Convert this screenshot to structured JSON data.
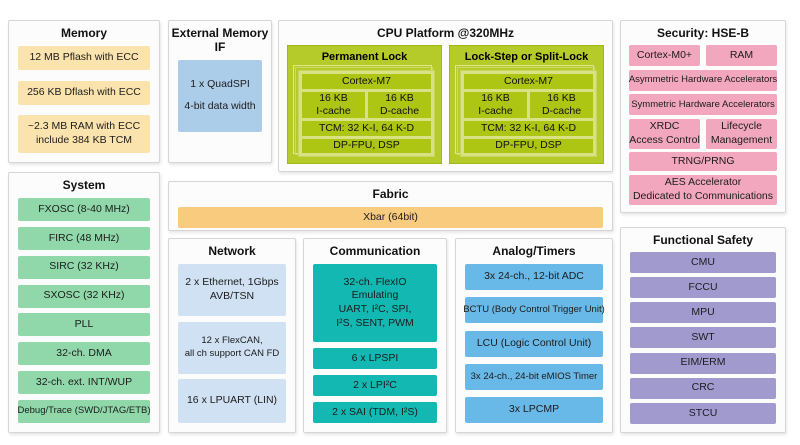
{
  "colors": {
    "cream": "#fbe3ae",
    "mint": "#90d8a9",
    "ext_blue": "#accdea",
    "light_blue": "#cfe1f2",
    "teal": "#14b8b2",
    "sky_blue": "#68b8e8",
    "pink": "#f2a7be",
    "purple": "#a09ace",
    "orange": "#f8cb7e",
    "cpu_green": "#b5cb29",
    "cpu_green_light": "#d8e183"
  },
  "memory": {
    "title": "Memory",
    "items": [
      [
        "12 MB Pflash with ECC"
      ],
      [
        "256 KB Dflash with ECC"
      ],
      [
        "~2.3 MB RAM with ECC",
        "include 384 KB TCM"
      ]
    ]
  },
  "system": {
    "title": "System",
    "items": [
      [
        "FXOSC (8-40 MHz)"
      ],
      [
        "FIRC (48 MHz)"
      ],
      [
        "SIRC (32 KHz)"
      ],
      [
        "SXOSC (32 KHz)"
      ],
      [
        "PLL"
      ],
      [
        "32-ch. DMA"
      ],
      [
        "32-ch. ext. INT/WUP"
      ],
      [
        "Debug/Trace (SWD/JTAG/ETB)"
      ]
    ]
  },
  "ext_mem": {
    "title": "External Memory IF",
    "items": [
      [
        "1 x QuadSPI",
        "4-bit data width"
      ]
    ]
  },
  "cpu": {
    "title": "CPU Platform @320MHz",
    "clusters": [
      {
        "title": "Permanent Lock",
        "core": "Cortex-M7",
        "icache": [
          "16 KB",
          "I-cache"
        ],
        "dcache": [
          "16 KB",
          "D-cache"
        ],
        "tcm": "TCM: 32 K-I, 64 K-D",
        "fpu": "DP-FPU, DSP"
      },
      {
        "title": "Lock-Step or Split-Lock",
        "core": "Cortex-M7",
        "icache": [
          "16 KB",
          "I-cache"
        ],
        "dcache": [
          "16 KB",
          "D-cache"
        ],
        "tcm": "TCM: 32 K-I, 64 K-D",
        "fpu": "DP-FPU, DSP"
      }
    ]
  },
  "security": {
    "title": "Security: HSE-B",
    "items": [
      [
        "Cortex-M0+"
      ],
      [
        "RAM"
      ],
      [
        "Asymmetric Hardware Accelerators"
      ],
      [
        "Symmetric Hardware Accelerators"
      ],
      [
        "XRDC",
        "Access Control"
      ],
      [
        "Lifecycle",
        "Management"
      ],
      [
        "TRNG/PRNG"
      ],
      [
        "AES Accelerator",
        "Dedicated to Communications"
      ]
    ]
  },
  "fabric": {
    "title": "Fabric",
    "items": [
      [
        "Xbar (64bit)"
      ]
    ]
  },
  "network": {
    "title": "Network",
    "items": [
      [
        "2 x Ethernet, 1Gbps",
        "AVB/TSN"
      ],
      [
        "12 x FlexCAN,",
        "all ch support CAN FD"
      ],
      [
        "16 x LPUART (LIN)"
      ]
    ]
  },
  "communication": {
    "title": "Communication",
    "items": [
      [
        "32-ch. FlexIO",
        "Emulating",
        "UART, I²C, SPI,",
        "I²S, SENT, PWM"
      ],
      [
        "6 x LPSPI"
      ],
      [
        "2 x LPI²C"
      ],
      [
        "2 x SAI (TDM, I²S)"
      ]
    ]
  },
  "analog": {
    "title": "Analog/Timers",
    "items": [
      [
        "3x 24-ch., 12-bit ADC"
      ],
      [
        "BCTU (Body Control Trigger Unit)"
      ],
      [
        "LCU (Logic Control Unit)"
      ],
      [
        "3x 24-ch., 24-bit eMIOS Timer"
      ],
      [
        "3x LPCMP"
      ]
    ]
  },
  "safety": {
    "title": "Functional Safety",
    "items": [
      [
        "CMU"
      ],
      [
        "FCCU"
      ],
      [
        "MPU"
      ],
      [
        "SWT"
      ],
      [
        "EIM/ERM"
      ],
      [
        "CRC"
      ],
      [
        "STCU"
      ]
    ]
  }
}
